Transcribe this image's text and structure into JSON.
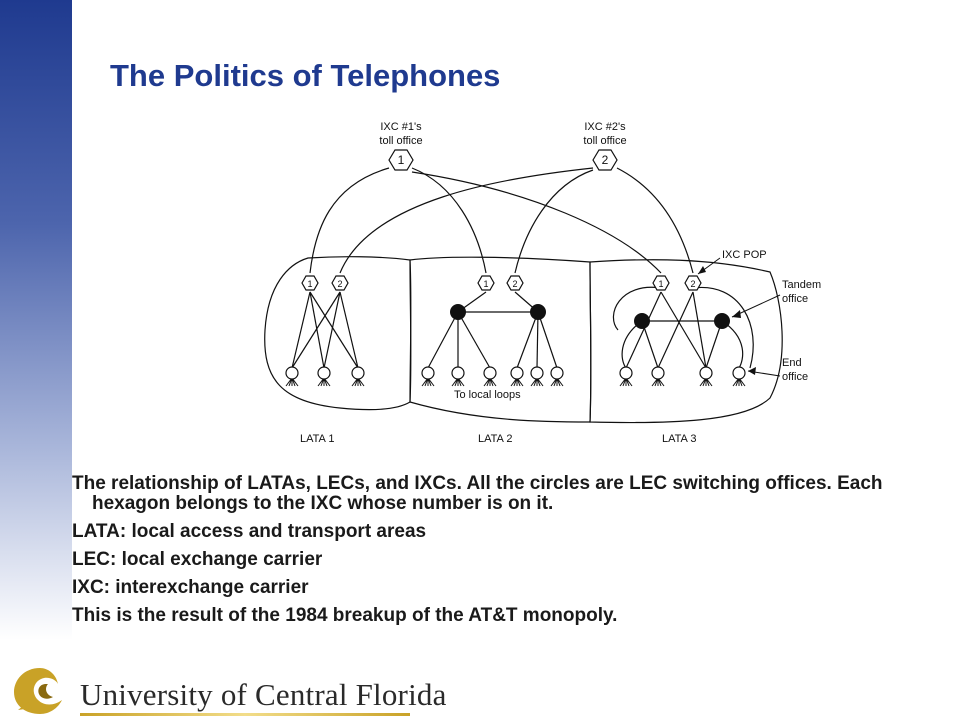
{
  "slide": {
    "title": "The Politics of Telephones"
  },
  "diagram": {
    "ixc1_label_line1": "IXC #1's",
    "ixc1_label_line2": "toll office",
    "ixc2_label_line1": "IXC #2's",
    "ixc2_label_line2": "toll office",
    "hex_num_1": "1",
    "hex_num_2": "2",
    "annotation_ixc_pop": "IXC POP",
    "annotation_tandem_line1": "Tandem",
    "annotation_tandem_line2": "office",
    "annotation_end_line1": "End",
    "annotation_end_line2": "office",
    "to_local_loops": "To local loops",
    "lata1_label": "LATA 1",
    "lata2_label": "LATA 2",
    "lata3_label": "LATA 3"
  },
  "body": {
    "caption": "The relationship of LATAs, LECs, and IXCs.  All the circles are LEC switching offices.  Each hexagon belongs to the IXC whose number is on it.",
    "def_lata": "LATA: local access and transport areas",
    "def_lec": "LEC: local exchange carrier",
    "def_ixc": "IXC: interexchange carrier",
    "history": "This is the result of the 1984 breakup of the AT&T monopoly."
  },
  "footer": {
    "university_name": "University of Central Florida",
    "logo_icon": "pegasus-logo-icon"
  },
  "colors": {
    "title": "#1f3a8f",
    "sidebar_top": "#1f3a8f",
    "accent_gold": "#c9a227"
  }
}
